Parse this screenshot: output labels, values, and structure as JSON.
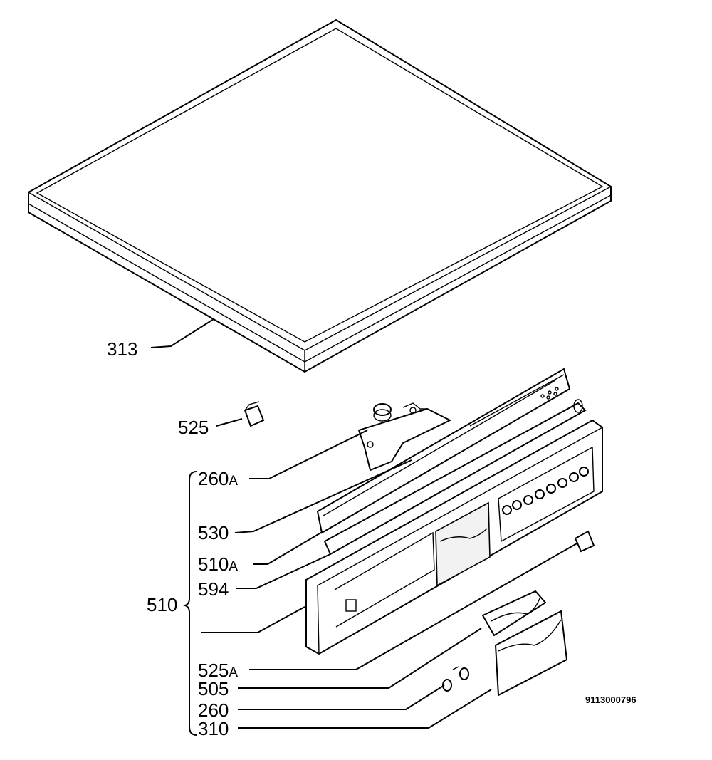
{
  "labels": {
    "p313": "313",
    "p525": "525",
    "p260A_num": "260",
    "p260A_suf": "A",
    "p530": "530",
    "p510A_num": "510",
    "p510A_suf": "A",
    "p594": "594",
    "p510": "510",
    "p525A_num": "525",
    "p525A_suf": "A",
    "p505": "505",
    "p260": "260",
    "p310": "310"
  },
  "drawing_number": "9113000796"
}
